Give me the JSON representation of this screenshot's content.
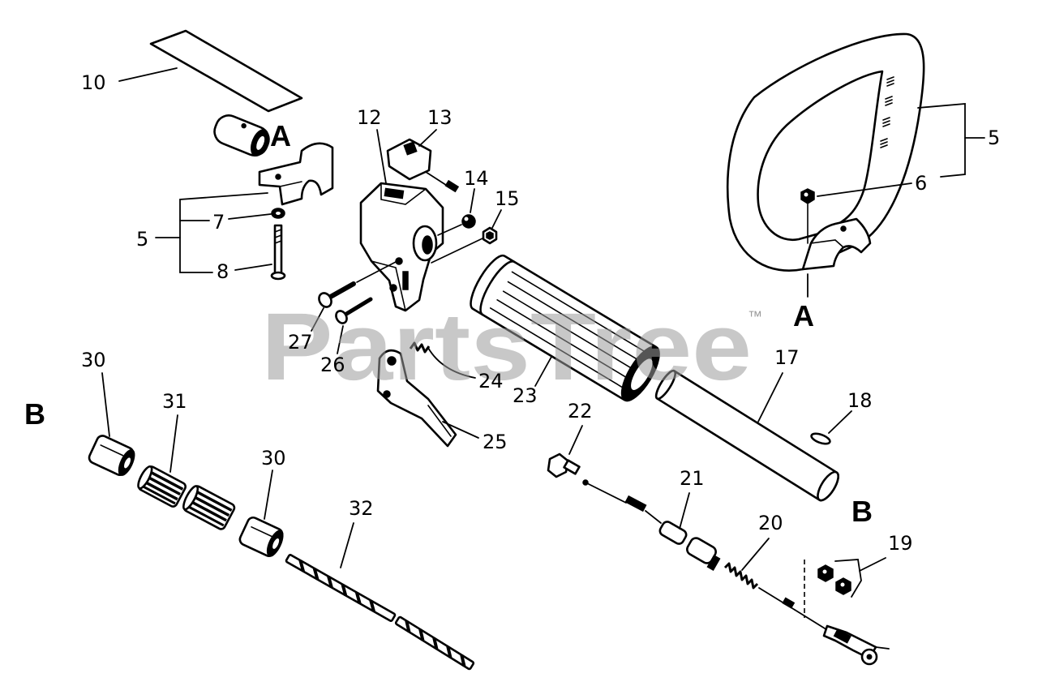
{
  "diagram": {
    "labels": {
      "part_10": "10",
      "part_12": "12",
      "part_13": "13",
      "part_14": "14",
      "part_15": "15",
      "part_5_left": "5",
      "part_7": "7",
      "part_8": "8",
      "ref_A_left": "A",
      "part_27": "27",
      "part_26": "26",
      "part_24": "24",
      "part_23": "23",
      "part_25": "25",
      "part_30_top": "30",
      "part_31": "31",
      "part_30_bottom": "30",
      "part_32": "32",
      "ref_B_left": "B",
      "part_22": "22",
      "part_17": "17",
      "part_18": "18",
      "part_21": "21",
      "part_20": "20",
      "part_19": "19",
      "ref_B_right": "B",
      "part_5_right": "5",
      "part_6": "6",
      "ref_A_right": "A"
    }
  },
  "watermark": {
    "text": "PartsTree",
    "trademark": "™"
  },
  "colors": {
    "ink": "#000000",
    "background": "#ffffff",
    "watermark": "#9a9a9a"
  }
}
